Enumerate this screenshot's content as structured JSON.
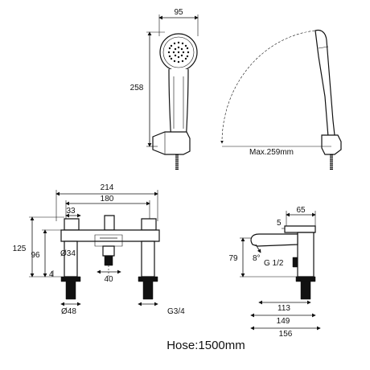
{
  "dimensions": {
    "handset_width": "95",
    "handset_height": "258",
    "handset_max_reach": "Max.259mm",
    "overall_width": "214",
    "centres": "180",
    "inlet_offset": "33",
    "total_height": "125",
    "body_height": "96",
    "outlet_diameter": "Ø34",
    "base_thickness": "4",
    "outlet_spacing": "40",
    "base_diameter": "Ø48",
    "thread_size": "G3/4",
    "side_spout_offset": "65",
    "side_top_gap": "5",
    "side_height": "79",
    "spout_angle": "8°",
    "outlet_thread": "G 1/2",
    "side_dim_1": "113",
    "side_dim_2": "149",
    "side_dim_3": "156"
  },
  "hose": "Hose:1500mm"
}
